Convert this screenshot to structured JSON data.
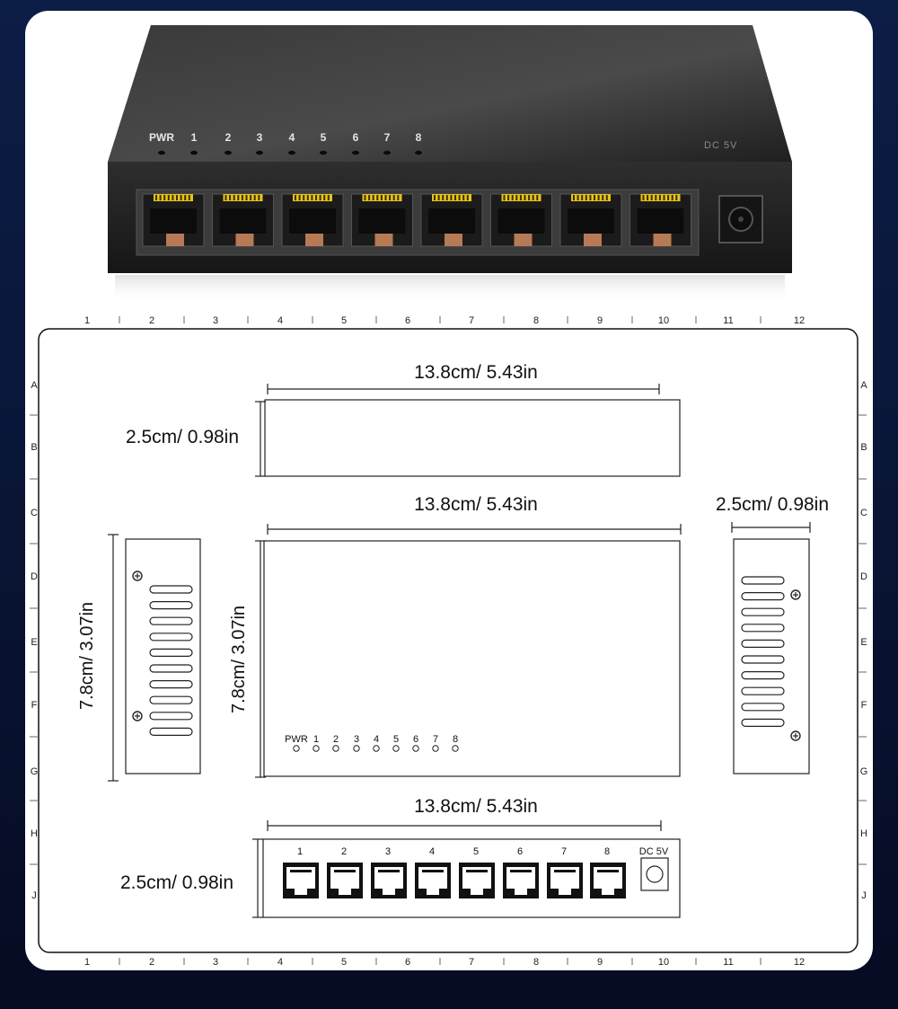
{
  "colors": {
    "background": "#0a1638",
    "card": "#ffffff",
    "device_body": "#2a2a2a",
    "line": "#333333",
    "port_led": "#e8c21c",
    "port_tab": "#b67a55"
  },
  "photo": {
    "led_labels": [
      "PWR",
      "1",
      "2",
      "3",
      "4",
      "5",
      "6",
      "7",
      "8"
    ],
    "power_label": "DC 5V"
  },
  "grid": {
    "columns": [
      "1",
      "2",
      "3",
      "4",
      "5",
      "6",
      "7",
      "8",
      "9",
      "10",
      "11",
      "12"
    ],
    "rows": [
      "A",
      "B",
      "C",
      "D",
      "E",
      "F",
      "G",
      "H",
      "J"
    ]
  },
  "dimensions": {
    "top_width": "13.8cm/ 5.43in",
    "top_height": "2.5cm/ 0.98in",
    "main_width": "13.8cm/ 5.43in",
    "main_height": "7.8cm/ 3.07in",
    "left_side_height": "7.8cm/ 3.07in",
    "right_side_width": "2.5cm/ 0.98in",
    "front_width": "13.8cm/ 5.43in",
    "front_height": "2.5cm/ 0.98in"
  },
  "front_panel": {
    "port_labels": [
      "1",
      "2",
      "3",
      "4",
      "5",
      "6",
      "7",
      "8"
    ],
    "power_label": "DC 5V"
  },
  "top_panel": {
    "led_labels": [
      "PWR",
      "1",
      "2",
      "3",
      "4",
      "5",
      "6",
      "7",
      "8"
    ]
  }
}
